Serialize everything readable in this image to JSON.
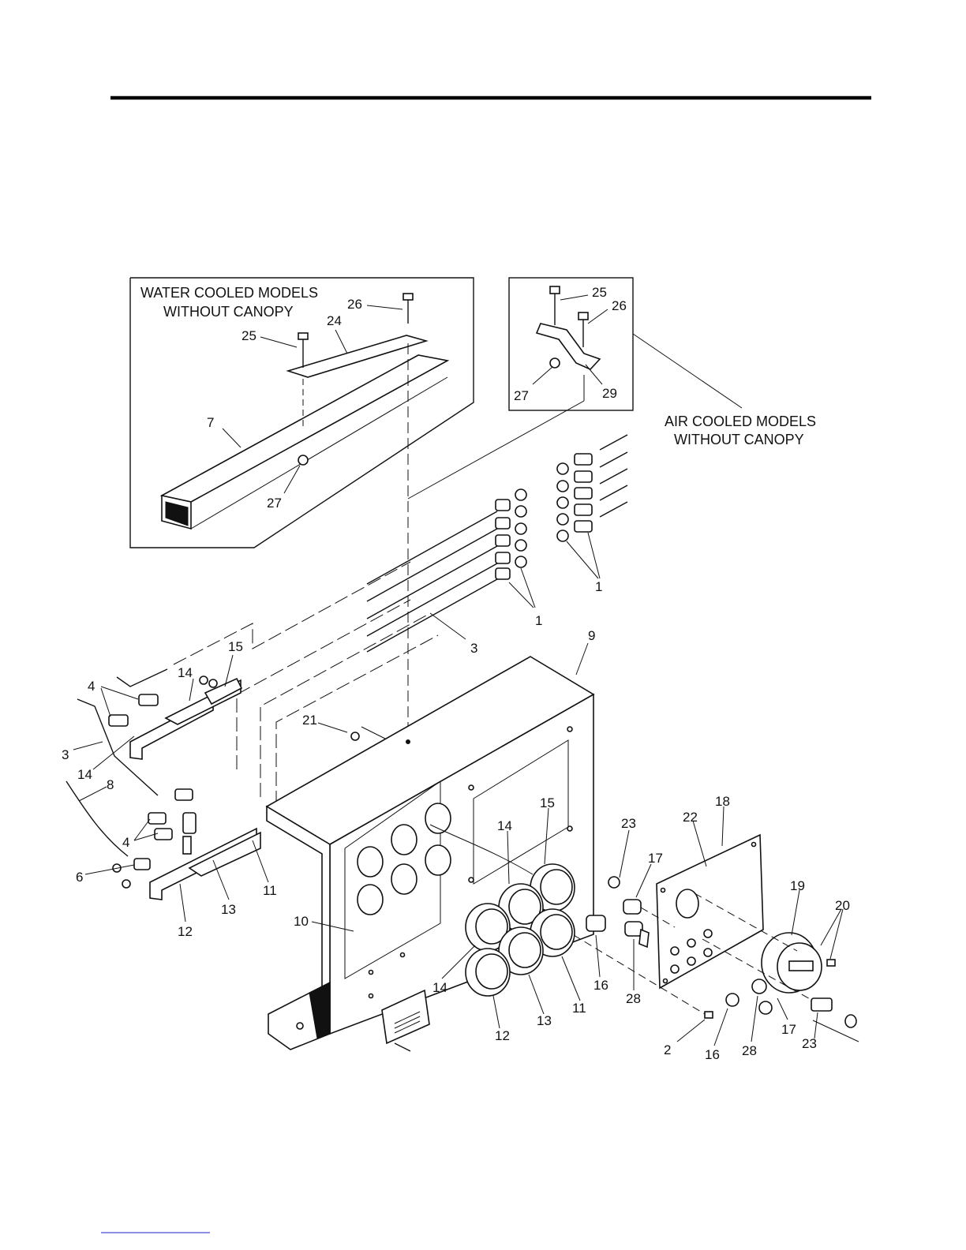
{
  "captions": {
    "water_line1": "WATER COOLED MODELS",
    "water_line2": "WITHOUT CANOPY",
    "air_line1": "AIR COOLED MODELS",
    "air_line2": "WITHOUT CANOPY"
  },
  "callouts": {
    "c1a": "1",
    "c1b": "1",
    "c2": "2",
    "c3a": "3",
    "c3b": "3",
    "c4a": "4",
    "c4b": "4",
    "c6": "6",
    "c7": "7",
    "c8": "8",
    "c9": "9",
    "c10": "10",
    "c11a": "11",
    "c11b": "11",
    "c12a": "12",
    "c12b": "12",
    "c13a": "13",
    "c13b": "13",
    "c14a": "14",
    "c14b": "14",
    "c14c": "14",
    "c14d": "14",
    "c15a": "15",
    "c15b": "15",
    "c16a": "16",
    "c16b": "16",
    "c17a": "17",
    "c17b": "17",
    "c18": "18",
    "c19": "19",
    "c20": "20",
    "c21": "21",
    "c22": "22",
    "c23a": "23",
    "c23b": "23",
    "c24": "24",
    "c25a": "25",
    "c25b": "25",
    "c26a": "26",
    "c26b": "26",
    "c27a": "27",
    "c27b": "27",
    "c28a": "28",
    "c28b": "28",
    "c29": "29"
  }
}
